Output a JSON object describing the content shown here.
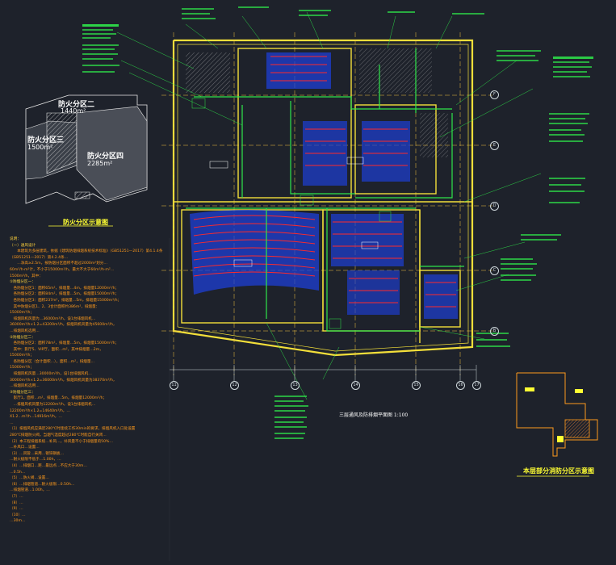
{
  "drawing": {
    "plan_title": "三层通风及防排烟平面图 1:100",
    "fire_zone_diagram": {
      "title": "防火分区示意图",
      "zones": [
        {
          "label": "防火分区二",
          "area": "1440m²"
        },
        {
          "label": "防火分区三",
          "area": "1500m²"
        },
        {
          "label": "防火分区四",
          "area": "2285m²"
        }
      ]
    },
    "key_plan": {
      "title": "本层部分消防分区示意图"
    },
    "grid_axes": {
      "rows": [
        "F",
        "E",
        "D",
        "C",
        "B"
      ],
      "columns": [
        "11",
        "12",
        "13",
        "14",
        "15",
        "16",
        "17"
      ]
    }
  },
  "notes": {
    "heading": "说明：",
    "lines": [
      {
        "t": "（一）通风设计",
        "h": true
      },
      {
        "t": "　　本建筑为多层建筑，依据《建筑防烟排烟系统技术标准》（GB51251—2017）第4.1.4条",
        "h": false
      },
      {
        "t": "（GB51251—2017）第4.2.4条…",
        "h": false
      },
      {
        "t": "　　…净高≥2.5m，按防烟分区面积不超过2000m²划分…",
        "h": false
      },
      {
        "t": "60m³/h·m²计，不小于15000m³/h，最大不大于60m³/h·m²…",
        "h": false
      },
      {
        "t": "1500m³/h，其中：",
        "h": false
      },
      {
        "t": "①防烟分区一：",
        "h": true
      },
      {
        "t": "　各防烟分区1：面积65m²，排烟量…4m，排烟量12000m³/h；",
        "h": false
      },
      {
        "t": "　各防烟分区2：面积84m²，排烟量…5m，排烟量15000m³/h；",
        "h": false
      },
      {
        "t": "　各防烟分区3：面积237m²，排烟量…5m，排烟量15000m³/h；",
        "h": false
      },
      {
        "t": "　其中防烟分区1、2、3合计面积约386m²，排烟量：",
        "h": false
      },
      {
        "t": "15000m³/h；",
        "h": false
      },
      {
        "t": "　排烟风机风量为…36000m³/h，设1台排烟风机…",
        "h": false
      },
      {
        "t": "36000m³/h×1.2=43200m³/h，排烟风机风量为45600m³/h，",
        "h": false
      },
      {
        "t": "…排烟风机选用…",
        "h": false
      },
      {
        "t": "②防烟分区二：",
        "h": true
      },
      {
        "t": "　各防烟分区2：面积78m²，排烟量…5m，排烟量15000m³/h；",
        "h": false
      },
      {
        "t": "　其中：影厅5、VIP厅，面积…m²，其中排烟量…2m，",
        "h": false
      },
      {
        "t": "15000m³/h；",
        "h": false
      },
      {
        "t": "　各防烟分区（合计面积…），面积…m²，排烟量…",
        "h": false
      },
      {
        "t": "15000m³/h；",
        "h": false
      },
      {
        "t": "　排烟风机风量…30000m³/h，设1台排烟风机…",
        "h": false
      },
      {
        "t": "30000m³/h×1.2=36000m³/h，排烟风机风量为38370m³/h，",
        "h": false
      },
      {
        "t": "…排烟风机选用…",
        "h": false
      },
      {
        "t": "③防烟分区三：",
        "h": true
      },
      {
        "t": "　影厅1，面积…m²，排烟量…5m，排烟量12000m³/h；",
        "h": false
      },
      {
        "t": "　…排烟风机风量为12200m³/h，设1台排烟风机…",
        "h": false
      },
      {
        "t": "12200m³/h×1.2=14640m³/h，…",
        "h": false
      },
      {
        "t": "X1.2…m³/h…14916m³/h，…",
        "h": false
      },
      {
        "t": "…",
        "h": false
      },
      {
        "t": "（1）排烟风机应满足280℃时连续工作30min的要求，排烟风机入口处设置",
        "h": false
      },
      {
        "t": "280℃排烟防火阀，当烟气温度超过280℃时能自行关闭…",
        "h": false
      },
      {
        "t": "（2）本工程排烟系统…补风…，补风量不小于排烟量的50%…",
        "h": false
      },
      {
        "t": "…补风口…设置…",
        "h": false
      },
      {
        "t": "（3）…风管…采用…镀锌钢板…",
        "h": false
      },
      {
        "t": "…耐火极限不低于…1.00h，…",
        "h": false
      },
      {
        "t": "（4）…排烟口…距…最远点…不应大于30m…",
        "h": false
      },
      {
        "t": "…0.5h…",
        "h": false
      },
      {
        "t": "（5）…防火阀…设置…",
        "h": false
      },
      {
        "t": "（6）…排烟管道…耐火极限…0.50h…",
        "h": false
      },
      {
        "t": "…排烟管道…1.00h，…",
        "h": false
      },
      {
        "t": "（7）…",
        "h": false
      },
      {
        "t": "（8）…",
        "h": false
      },
      {
        "t": "（9）…",
        "h": false
      },
      {
        "t": "（10）…",
        "h": false
      },
      {
        "t": "…30m…",
        "h": false
      }
    ]
  },
  "colors": {
    "background": "#1e222b",
    "wall": "#f3df3a",
    "duct_green": "#2ee64a",
    "duct_blue": "#2a56ff",
    "seating_red": "#ff2a2a",
    "notes_orange": "#ff9a1c",
    "dimension": "#cfd8dc"
  }
}
